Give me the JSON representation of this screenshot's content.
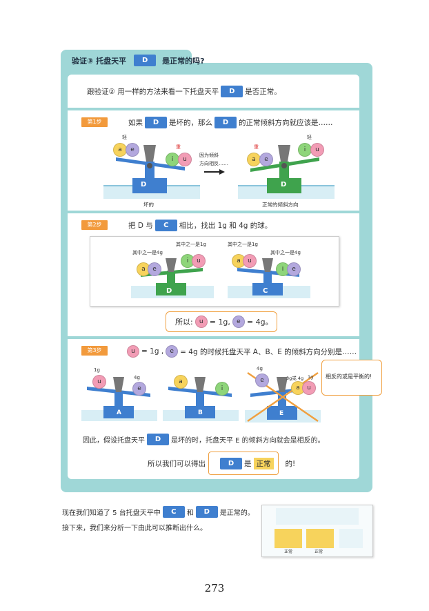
{
  "header": {
    "prefix": "验证③ 托盘天平",
    "letter": "D",
    "suffix": "是正常的吗?"
  },
  "intro": {
    "prefix": "跟验证② 用一样的方法来看一下托盘天平",
    "letter": "D",
    "suffix": "是否正常。"
  },
  "step1": {
    "tag": "第1步",
    "text_a": "如果",
    "letter_a": "D",
    "text_b": "是坏的，那么",
    "letter_b": "D",
    "text_c": "的正常倾斜方向就应该是……",
    "light": "轻",
    "heavy": "重",
    "arrow_note_1": "因为倾斜",
    "arrow_note_2": "方向相反……",
    "left_caption": "坏的",
    "right_caption": "正常的倾斜方向",
    "scale_label": "D"
  },
  "step2": {
    "tag": "第2步",
    "text_a": "把 D 与",
    "letter": "C",
    "text_b": "相比，找出 1g 和 4g 的球。",
    "left_label_4g": "其中之一是4g",
    "left_label_1g": "其中之一是1g",
    "right_label_1g": "其中之一是1g",
    "right_label_4g": "其中之一是4g",
    "left_scale": "D",
    "right_scale": "C",
    "result_prefix": "所以:",
    "result_u": "= 1g,",
    "result_e": "= 4g。"
  },
  "step3": {
    "tag": "第3步",
    "text_u": "= 1g ,",
    "text_e": "= 4g 的时候托盘天平 A、B、E 的倾斜方向分别是……",
    "label_1g": "1g",
    "label_4g": "4g",
    "e_label_4g": "4g",
    "e_label_right": "3g或 4g",
    "e_label_1g": "1g",
    "bubble": "相反的或是平衡的!",
    "scale_a": "A",
    "scale_b": "B",
    "scale_e": "E",
    "conclusion_prefix": "因此，假设托盘天平",
    "conclusion_letter": "D",
    "conclusion_suffix": "是坏的时，托盘天平 E 的倾斜方向就会是相反的。",
    "final_prefix": "所以我们可以得出",
    "final_letter": "D",
    "final_mid": "是",
    "final_word": "正常",
    "final_suffix": "的!"
  },
  "footer": {
    "line1_prefix": "现在我们知道了 5 台托盘天平中",
    "line1_c": "C",
    "line1_and": "和",
    "line1_d": "D",
    "line1_suffix": "是正常的。",
    "line2": "接下来，我们来分析一下由此可以推断出什么。",
    "thumb_label_1": "正常",
    "thumb_label_2": "正常"
  },
  "page_number": "273",
  "colors": {
    "teal": "#9fd7d7",
    "blue": "#3f7fcf",
    "green": "#3fa34d",
    "orange": "#f29a3c"
  }
}
